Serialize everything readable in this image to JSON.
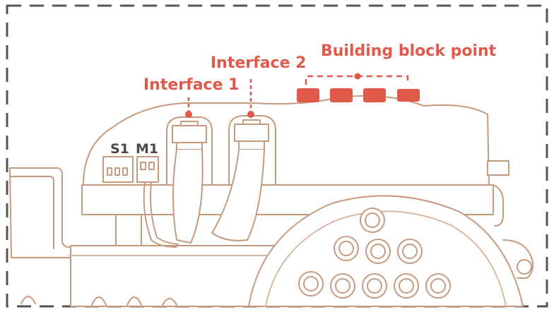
{
  "labels": {
    "interface_1": "Interface 1",
    "interface_2": "Interface 2",
    "building_block_point": "Building block point",
    "s1": "S1",
    "m1": "M1"
  },
  "colors": {
    "accent": "#e0594a",
    "line": "#c79a7e",
    "line_light": "#d8b8a4",
    "fill": "#ffffff",
    "frame": "#555555",
    "text_dark": "#4a4a4a"
  }
}
